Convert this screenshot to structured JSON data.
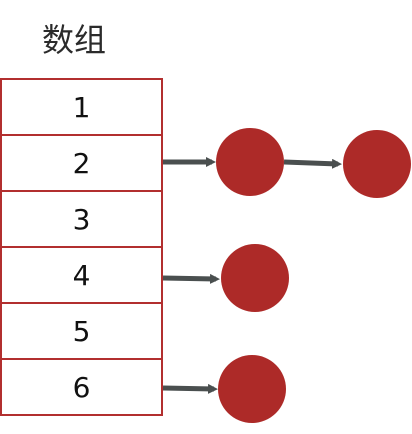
{
  "title": "数组",
  "array": {
    "cells": [
      "1",
      "2",
      "3",
      "4",
      "5",
      "6"
    ]
  },
  "colors": {
    "border": "#b22f2f",
    "node": "#ad2a28",
    "arrow": "#4a4f4f"
  }
}
